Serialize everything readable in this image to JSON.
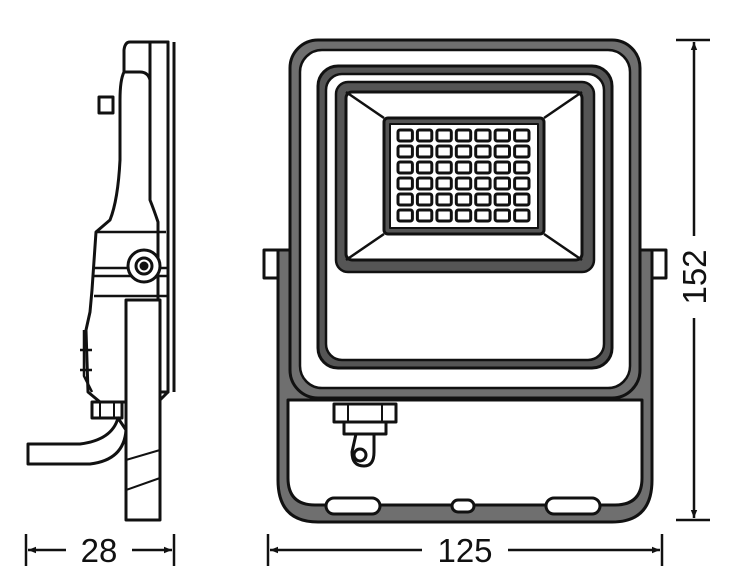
{
  "dimensions": {
    "depth": "28",
    "width": "125",
    "height": "152"
  },
  "led_grid": {
    "rows": 6,
    "cols": 7
  },
  "colors": {
    "line": "#111111",
    "body": "#6f6f6f",
    "panel": "#555555",
    "background": "#ffffff"
  }
}
